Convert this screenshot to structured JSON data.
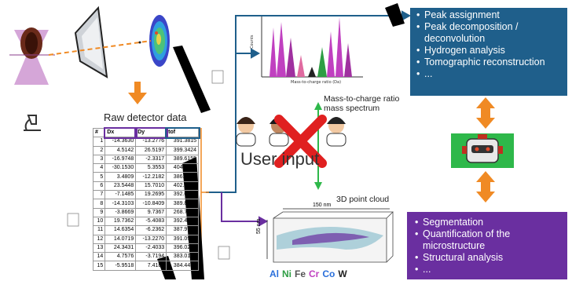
{
  "labels": {
    "raw_detector": "Raw detector data",
    "mass_spectrum": "Mass-to-charge ratio\nmass spectrum",
    "point_cloud": "3D point cloud",
    "user_input": "User input",
    "dim_x": "150 nm",
    "dim_y": "55 nm"
  },
  "table": {
    "headers": [
      "#",
      "Dx",
      "Dy",
      "tof"
    ],
    "rows": [
      [
        "1",
        "-14.3630",
        "-13.2776",
        "391.3815"
      ],
      [
        "2",
        "4.5142",
        "26.5197",
        "399.3424"
      ],
      [
        "3",
        "-16.9748",
        "-2.3317",
        "389.6155"
      ],
      [
        "4",
        "-30.1530",
        "5.3553",
        "404.0189"
      ],
      [
        "5",
        "3.4809",
        "-12.2182",
        "386.7199"
      ],
      [
        "6",
        "23.5448",
        "15.7010",
        "402.5448"
      ],
      [
        "7",
        "-7.1485",
        "19.2695",
        "392.6758"
      ],
      [
        "8",
        "-14.3103",
        "-10.8409",
        "389.8475"
      ],
      [
        "9",
        "-3.8669",
        "9.7367",
        "268.7398"
      ],
      [
        "10",
        "19.7362",
        "-5.4083",
        "392.4513"
      ],
      [
        "11",
        "14.6354",
        "-6.2362",
        "387.9769"
      ],
      [
        "12",
        "14.0719",
        "-13.2270",
        "391.0970"
      ],
      [
        "13",
        "24.3431",
        "-2.4033",
        "396.0204"
      ],
      [
        "14",
        "4.7576",
        "-3.7194",
        "383.0162"
      ],
      [
        "15",
        "-5.9518",
        "7.4181",
        "384.4453"
      ]
    ]
  },
  "blue_box": {
    "items": [
      "Peak assignment",
      "Peak decomposition / deconvolution",
      "Hydrogen analysis",
      "Tomographic reconstruction",
      "..."
    ]
  },
  "purple_box": {
    "items": [
      "Segmentation",
      "Quantification of the microstructure",
      "Structural analysis",
      "..."
    ]
  },
  "elements": [
    {
      "symbol": "Al",
      "color": "#2a6fdb"
    },
    {
      "symbol": "Ni",
      "color": "#2e9e44"
    },
    {
      "symbol": "Fe",
      "color": "#555555"
    },
    {
      "symbol": "Cr",
      "color": "#c040c0"
    },
    {
      "symbol": "Co",
      "color": "#2a6fdb"
    },
    {
      "symbol": "W",
      "color": "#222222"
    }
  ],
  "colors": {
    "orange": "#f08a24",
    "blue": "#1f5f8b",
    "purple": "#6a2fa0",
    "green": "#2eb84a"
  }
}
